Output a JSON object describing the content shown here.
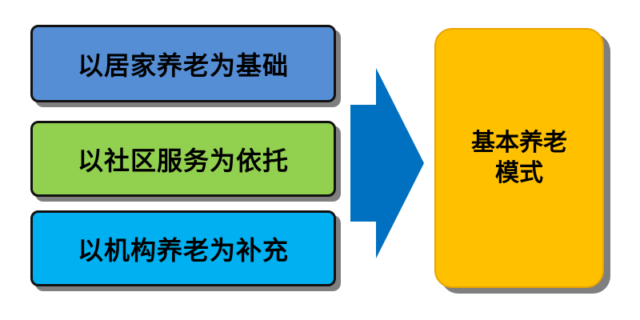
{
  "diagram": {
    "boxes": [
      {
        "label": "以居家养老为基础",
        "color": "#558ed5"
      },
      {
        "label": "以社区服务为依托",
        "color": "#92d050"
      },
      {
        "label": "以机构养老为补充",
        "color": "#00b0f0"
      }
    ],
    "result": {
      "line1": "基本养老",
      "line2": "模式",
      "color": "#ffc000"
    },
    "arrow_color": "#0070c0"
  }
}
